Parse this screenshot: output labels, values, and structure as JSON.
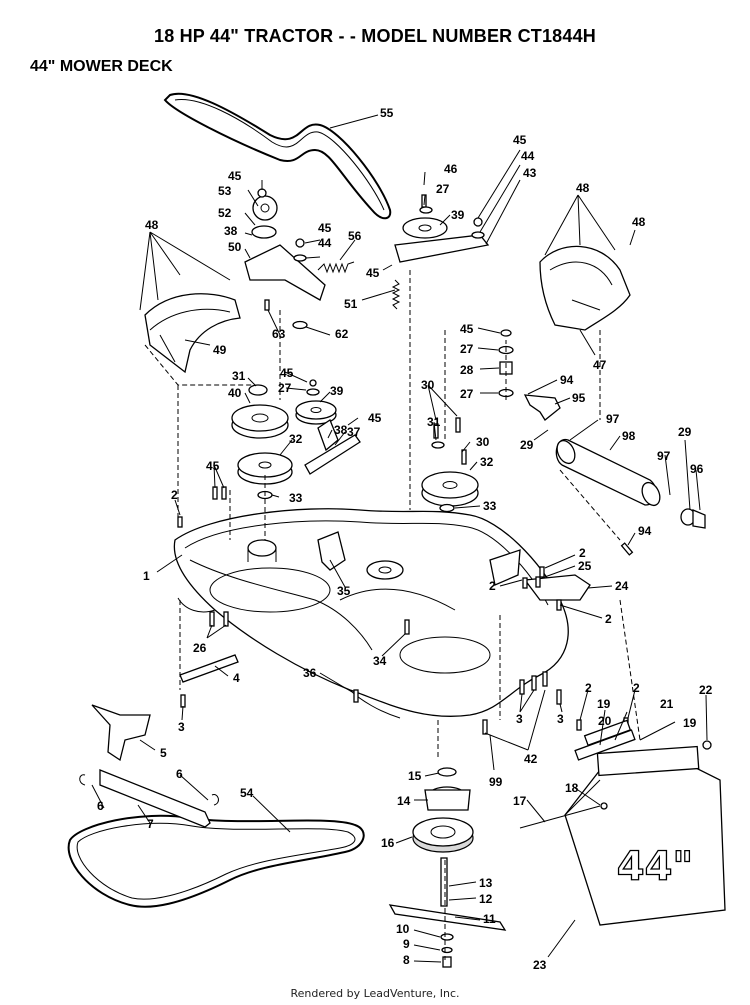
{
  "header": {
    "title": "18 HP 44\" TRACTOR - - MODEL NUMBER CT1844H",
    "subtitle": "44\" MOWER DECK"
  },
  "footer": {
    "text": "Rendered by LeadVenture, Inc."
  },
  "deck_cover_badge": "44\"",
  "callouts": [
    {
      "n": "55"
    },
    {
      "n": "45"
    },
    {
      "n": "46"
    },
    {
      "n": "44"
    },
    {
      "n": "27"
    },
    {
      "n": "43"
    },
    {
      "n": "39"
    },
    {
      "n": "48"
    },
    {
      "n": "48"
    },
    {
      "n": "45"
    },
    {
      "n": "53"
    },
    {
      "n": "52"
    },
    {
      "n": "38"
    },
    {
      "n": "50"
    },
    {
      "n": "45"
    },
    {
      "n": "44"
    },
    {
      "n": "56"
    },
    {
      "n": "45"
    },
    {
      "n": "48"
    },
    {
      "n": "51"
    },
    {
      "n": "63"
    },
    {
      "n": "62"
    },
    {
      "n": "49"
    },
    {
      "n": "47"
    },
    {
      "n": "45"
    },
    {
      "n": "27"
    },
    {
      "n": "28"
    },
    {
      "n": "31"
    },
    {
      "n": "45"
    },
    {
      "n": "27"
    },
    {
      "n": "39"
    },
    {
      "n": "40"
    },
    {
      "n": "30"
    },
    {
      "n": "94"
    },
    {
      "n": "27"
    },
    {
      "n": "95"
    },
    {
      "n": "45"
    },
    {
      "n": "38"
    },
    {
      "n": "37"
    },
    {
      "n": "97"
    },
    {
      "n": "98"
    },
    {
      "n": "29"
    },
    {
      "n": "31"
    },
    {
      "n": "30"
    },
    {
      "n": "32"
    },
    {
      "n": "29"
    },
    {
      "n": "97"
    },
    {
      "n": "96"
    },
    {
      "n": "45"
    },
    {
      "n": "32"
    },
    {
      "n": "33"
    },
    {
      "n": "2"
    },
    {
      "n": "33"
    },
    {
      "n": "94"
    },
    {
      "n": "1"
    },
    {
      "n": "2"
    },
    {
      "n": "25"
    },
    {
      "n": "24"
    },
    {
      "n": "35"
    },
    {
      "n": "2"
    },
    {
      "n": "2"
    },
    {
      "n": "26"
    },
    {
      "n": "34"
    },
    {
      "n": "4"
    },
    {
      "n": "36"
    },
    {
      "n": "3"
    },
    {
      "n": "3"
    },
    {
      "n": "3"
    },
    {
      "n": "42"
    },
    {
      "n": "2"
    },
    {
      "n": "2"
    },
    {
      "n": "22"
    },
    {
      "n": "19"
    },
    {
      "n": "21"
    },
    {
      "n": "20"
    },
    {
      "n": "19"
    },
    {
      "n": "5"
    },
    {
      "n": "15"
    },
    {
      "n": "99"
    },
    {
      "n": "6"
    },
    {
      "n": "54"
    },
    {
      "n": "14"
    },
    {
      "n": "18"
    },
    {
      "n": "6"
    },
    {
      "n": "17"
    },
    {
      "n": "7"
    },
    {
      "n": "16"
    },
    {
      "n": "13"
    },
    {
      "n": "12"
    },
    {
      "n": "11"
    },
    {
      "n": "10"
    },
    {
      "n": "9"
    },
    {
      "n": "8"
    },
    {
      "n": "23"
    }
  ]
}
